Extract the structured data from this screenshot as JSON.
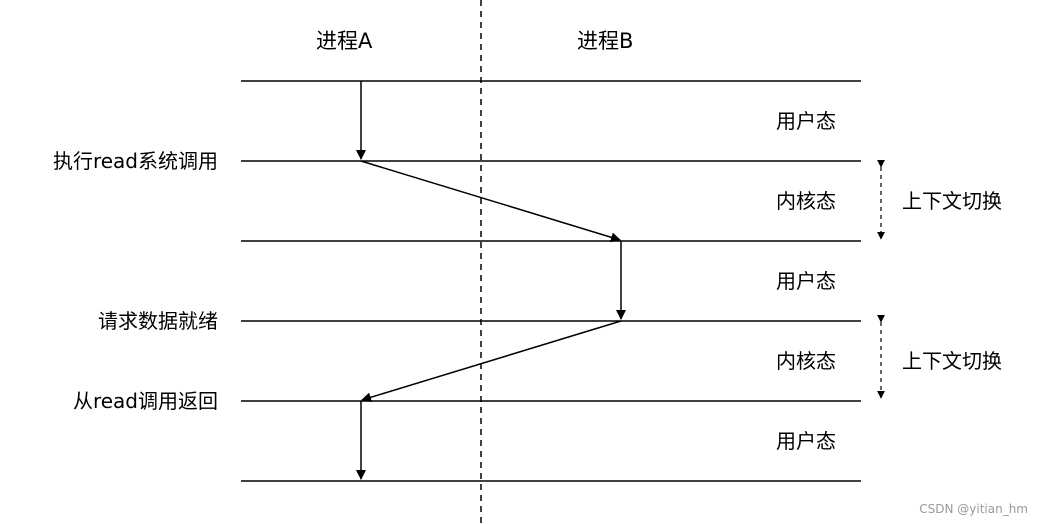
{
  "headers": {
    "process_a": "进程A",
    "process_b": "进程B"
  },
  "left_labels": {
    "read_call": "执行read系统调用",
    "data_ready": "请求数据就绪",
    "read_return": "从read调用返回"
  },
  "modes": {
    "user1": "用户态",
    "kernel1": "内核态",
    "user2": "用户态",
    "kernel2": "内核态",
    "user3": "用户态"
  },
  "context_switch": {
    "label1": "上下文切换",
    "label2": "上下文切换"
  },
  "watermark": "CSDN @yitian_hm"
}
